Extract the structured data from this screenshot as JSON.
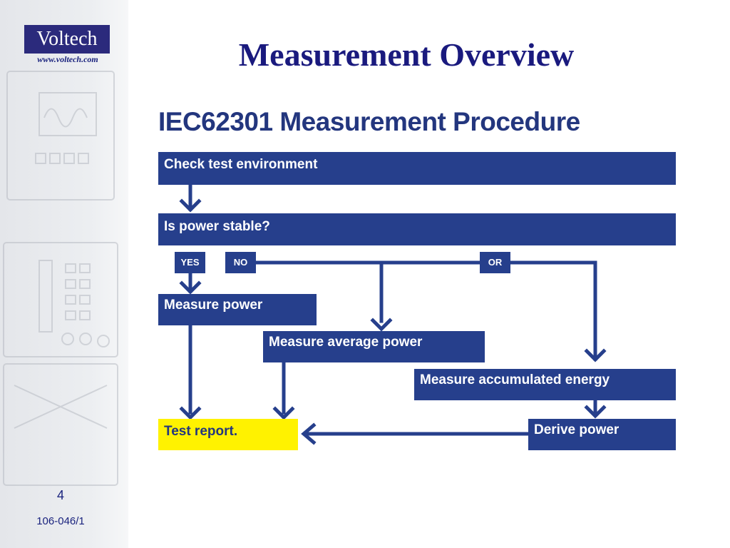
{
  "logo": {
    "name": "Voltech",
    "url": "www.voltech.com"
  },
  "slide": {
    "title": "Measurement Overview",
    "page_number": "4",
    "doc_code": "106-046/1"
  },
  "diagram": {
    "title": "IEC62301 Measurement Procedure",
    "steps": {
      "check": "Check test environment",
      "stable": "Is power stable?",
      "measure_power": "Measure power",
      "measure_average": "Measure average power",
      "measure_energy": "Measure accumulated energy",
      "report": "Test report.",
      "derive": "Derive power"
    },
    "tags": {
      "yes": "YES",
      "no": "NO",
      "or": "OR"
    },
    "colors": {
      "box": "#263f8c",
      "highlight": "#fff200",
      "title": "#1a1a7e"
    }
  }
}
